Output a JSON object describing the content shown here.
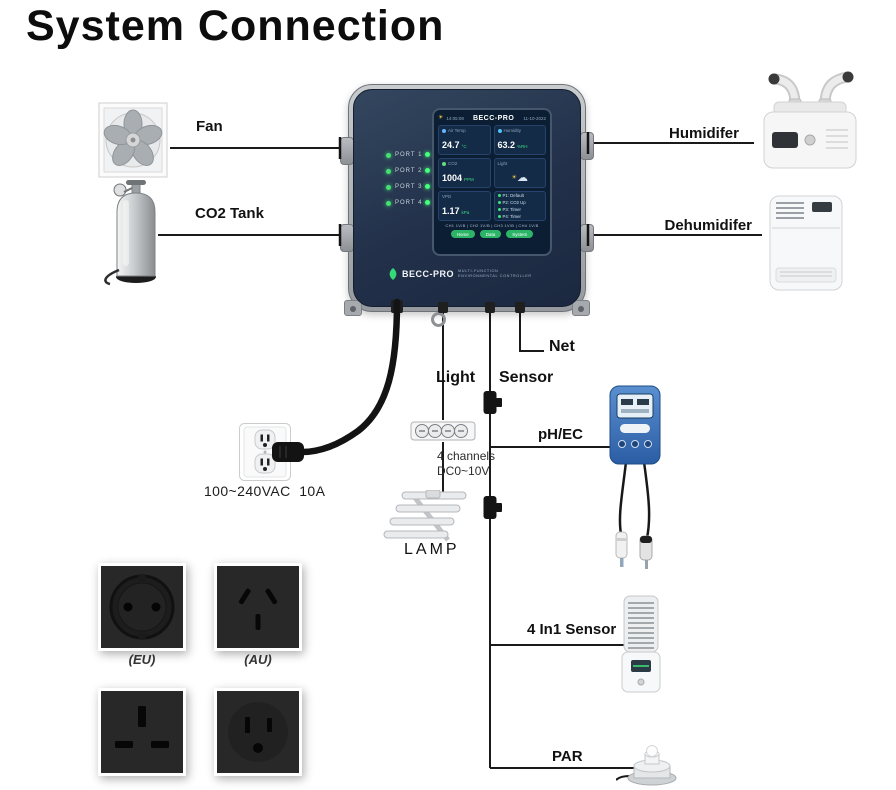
{
  "title": "System Connection",
  "colors": {
    "controller_body": "#28374f",
    "screen_bg": "#0b1e34",
    "accent_green": "#2db567",
    "wire": "#1a1a1a"
  },
  "labels": {
    "fan": "Fan",
    "co2_tank": "CO2 Tank",
    "humidifier": "Humidifer",
    "dehumidifier": "Dehumidifer",
    "net": "Net",
    "light": "Light",
    "sensor": "Sensor",
    "ph_ec": "pH/EC",
    "four_in_one": "4 In1 Sensor",
    "par": "PAR",
    "lamp": "LAMP",
    "channels_line1": "4 channels",
    "channels_line2": "DC0~10V",
    "power": "100~240VAC  10A",
    "socket_eu": "(EU)",
    "socket_au": "(AU)"
  },
  "icons": {
    "sun": "☀",
    "cloud": "☁"
  },
  "controller": {
    "ports": [
      {
        "label": "PORT 1"
      },
      {
        "label": "PORT 2"
      },
      {
        "label": "PORT 3"
      },
      {
        "label": "PORT 4"
      }
    ],
    "brand": "BECC-PRO",
    "brand_sub1": "MULTI-FUNCTION",
    "brand_sub2": "ENVIRONMENTAL CONTROLLER",
    "screen": {
      "time": "14:05:08",
      "title": "BECC-PRO",
      "date": "11-10-2022",
      "tiles": {
        "air_temp": {
          "label": "Air Temp",
          "value": "24.7",
          "unit": "°C"
        },
        "humidity": {
          "label": "Humidity",
          "value": "63.2",
          "unit": "%RH"
        },
        "co2": {
          "label": "CO2",
          "value": "1004",
          "unit": "PPM"
        },
        "light": {
          "label": "Light"
        },
        "vpd": {
          "label": "VPD",
          "value": "1.17",
          "unit": "kPa"
        }
      },
      "statuses": [
        {
          "label": "P1: Default"
        },
        {
          "label": "P2: CO2 Up"
        },
        {
          "label": "P3: Timer"
        },
        {
          "label": "P4: Timer"
        }
      ],
      "channels_row": "CH1 1V/B | CH2 1V/B | CH3 1V/B | CH4 1V/B",
      "buttons": [
        {
          "label": "Home"
        },
        {
          "label": "Data"
        },
        {
          "label": "System"
        }
      ]
    }
  }
}
